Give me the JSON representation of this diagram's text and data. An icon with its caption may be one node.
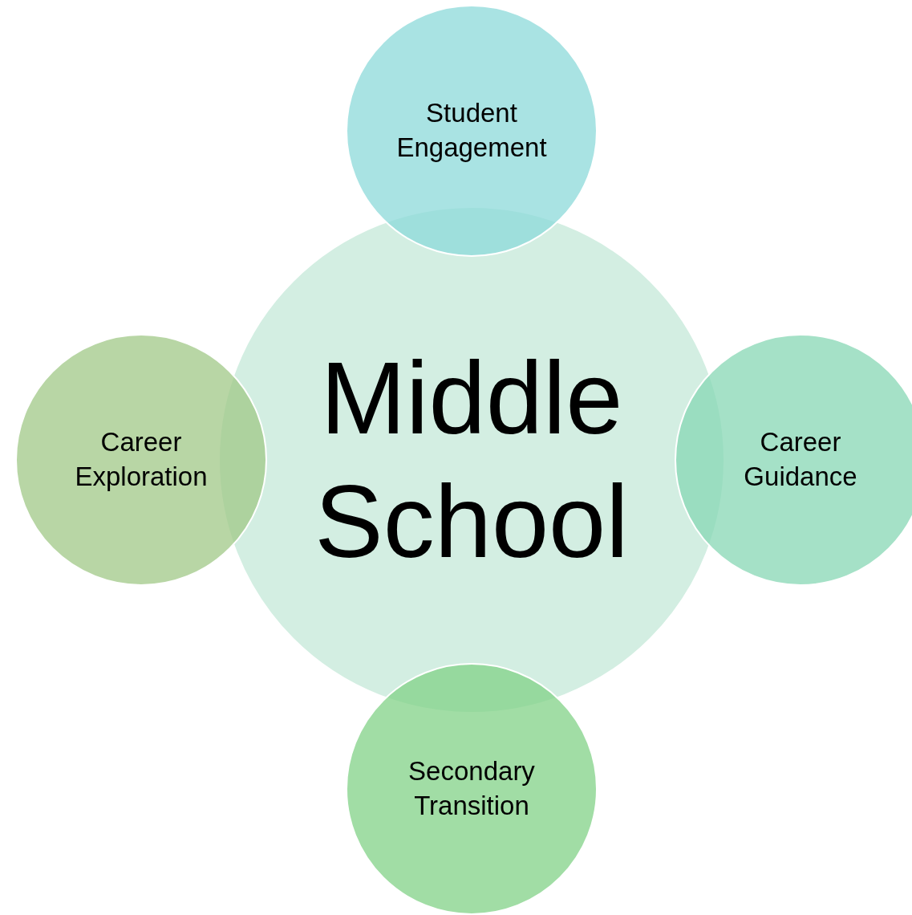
{
  "diagram": {
    "nodes": [
      {
        "text": [
          "Student Engagement"
        ]
      },
      {
        "text": [
          "Career Exploration"
        ]
      },
      {
        "text": [
          "Middle School"
        ]
      },
      {
        "text": [
          "Career Guidance"
        ]
      },
      {
        "text": [
          "Secondary Transition"
        ]
      }
    ]
  }
}
